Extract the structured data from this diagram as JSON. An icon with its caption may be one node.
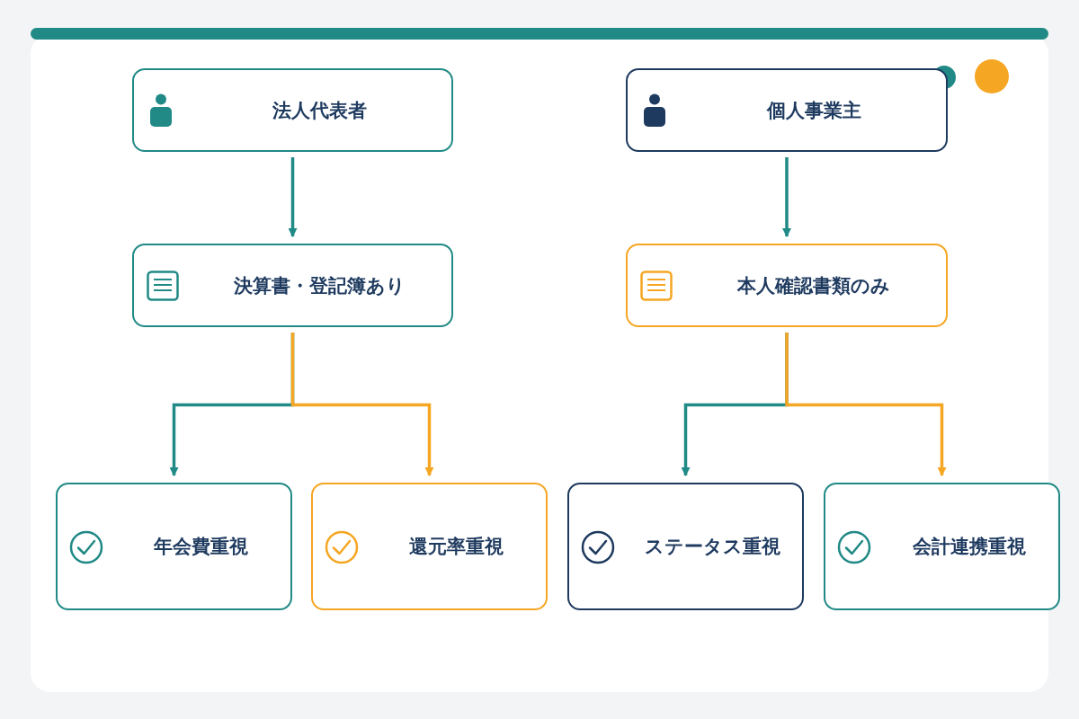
{
  "diagram": {
    "nodes": [
      {
        "text": [
          "法人代表者"
        ]
      },
      {
        "text": [
          "個人事業主"
        ]
      },
      {
        "text": [
          "決算書・登記簿あり"
        ]
      },
      {
        "text": [
          "本人確認書類のみ"
        ]
      },
      {
        "text": [
          "年会費重視"
        ]
      },
      {
        "text": [
          "還元率重視"
        ]
      },
      {
        "text": [
          "ステータス重視"
        ]
      },
      {
        "text": [
          "会計連携重視"
        ]
      }
    ],
    "edges": [
      {
        "from": 0,
        "to": 2,
        "arrow": "to"
      },
      {
        "from": 1,
        "to": 3,
        "arrow": "to"
      },
      {
        "from": 2,
        "to": 4,
        "arrow": "to"
      },
      {
        "from": 2,
        "to": 5,
        "arrow": "to",
        "color": "#f5a623"
      },
      {
        "from": 3,
        "to": 6,
        "arrow": "to"
      },
      {
        "from": 3,
        "to": 7,
        "arrow": "to",
        "color": "#f5a623"
      }
    ]
  }
}
